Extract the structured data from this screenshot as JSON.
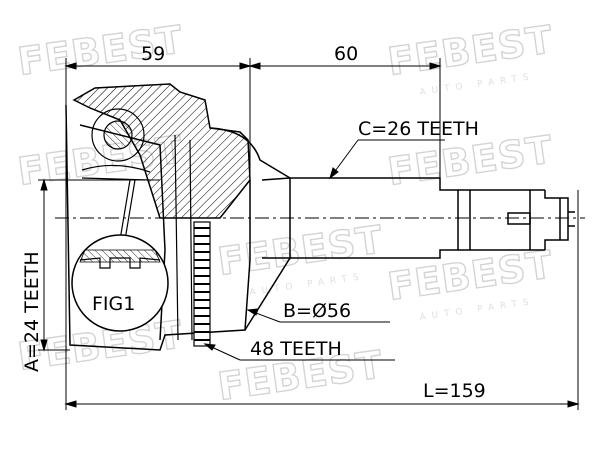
{
  "watermark": {
    "brand": "FEBEST",
    "sub": "AUTO PARTS"
  },
  "dimensions": {
    "top_left": "59",
    "top_right": "60",
    "overall": "L=159"
  },
  "labels": {
    "outer_splines": "C=26 TEETH",
    "diameter": "B=Ø56",
    "abs_ring": "48 TEETH",
    "inner_splines": "A=24 TEETH",
    "figure": "FIG1"
  },
  "colors": {
    "line": "#000000",
    "watermark": "#d4d4d4"
  }
}
